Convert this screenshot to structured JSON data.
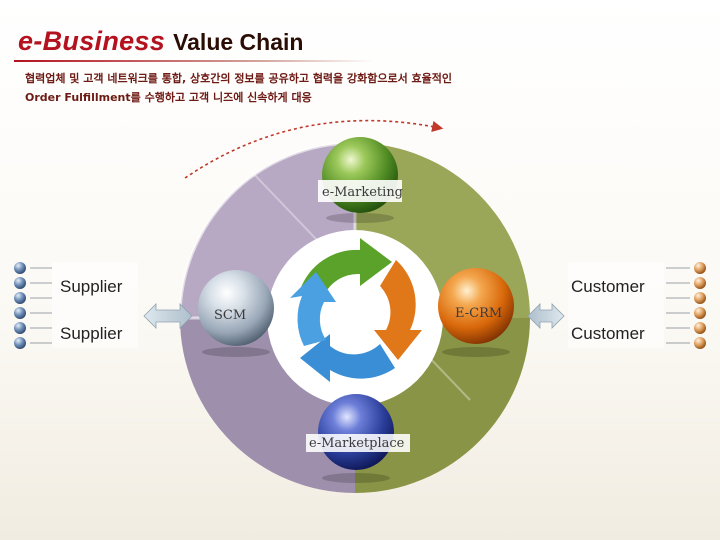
{
  "title": {
    "main": "e-Business",
    "sub": "Value Chain"
  },
  "description": {
    "line1": "협력업체 및 고객 네트워크를 통합, 상호간의 정보를 공유하고 협력을 강화함으로서 효율적인",
    "line2": "Order Fulfillment를 수행하고 고객 니즈에 신속하게 대응"
  },
  "nodes": {
    "top": "e-Marketing",
    "left": "SCM",
    "right": "E-CRM",
    "bottom": "e-Marketplace"
  },
  "parties": {
    "left_top": "Supplier",
    "left_bottom": "Supplier",
    "right_top": "Customer",
    "right_bottom": "Customer"
  },
  "colors": {
    "title_red": "#b3121e",
    "segment_purple": "#a898b2",
    "segment_olive": "#8e9a52",
    "ball_green": "#4e8a22",
    "ball_orange": "#d9680a",
    "ball_blue": "#2a3e9a",
    "ball_silver": "#a9b6c3",
    "arrow_green": "#5aa22a",
    "arrow_orange": "#e0781a",
    "arrow_blue": "#3a8ed6"
  }
}
